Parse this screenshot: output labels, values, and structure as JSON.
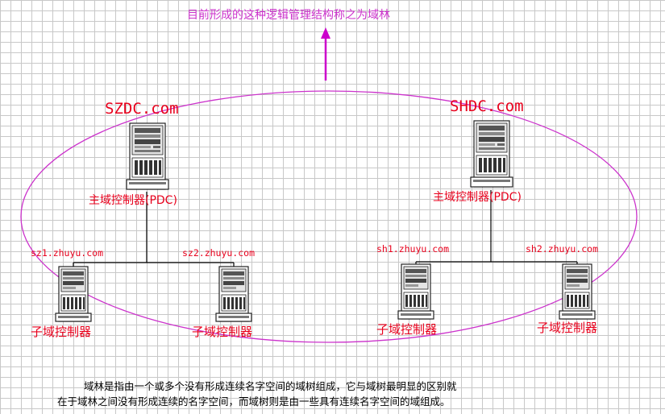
{
  "title": "目前形成的这种逻辑管理结构称之为域林",
  "colors": {
    "title": "#cc33cc",
    "arrow": "#cc00cc",
    "ellipse": "#cc33cc",
    "label": "#e8001c",
    "line": "#000000"
  },
  "trees": [
    {
      "domain": "SZDC.com",
      "root_role": "主域控制器(PDC)",
      "children": [
        {
          "name": "sz1.zhuyu.com",
          "role": "子域控制器"
        },
        {
          "name": "sz2.zhuyu.com",
          "role": "子域控制器"
        }
      ]
    },
    {
      "domain": "SHDC.com",
      "root_role": "主域控制器(PDC)",
      "children": [
        {
          "name": "sh1.zhuyu.com",
          "role": "子域控制器"
        },
        {
          "name": "sh2.zhuyu.com",
          "role": "子域控制器"
        }
      ]
    }
  ],
  "description": {
    "line1": "域林是指由一个或多个没有形成连续名字空间的域树组成，它与域树最明显的区别就",
    "line2": "在于域林之间没有形成连续的名字空间，而域树则是由一些具有连续名字空间的域组成。"
  },
  "icons": {
    "server": "server-tower-icon",
    "arrow": "arrow-up-icon"
  }
}
